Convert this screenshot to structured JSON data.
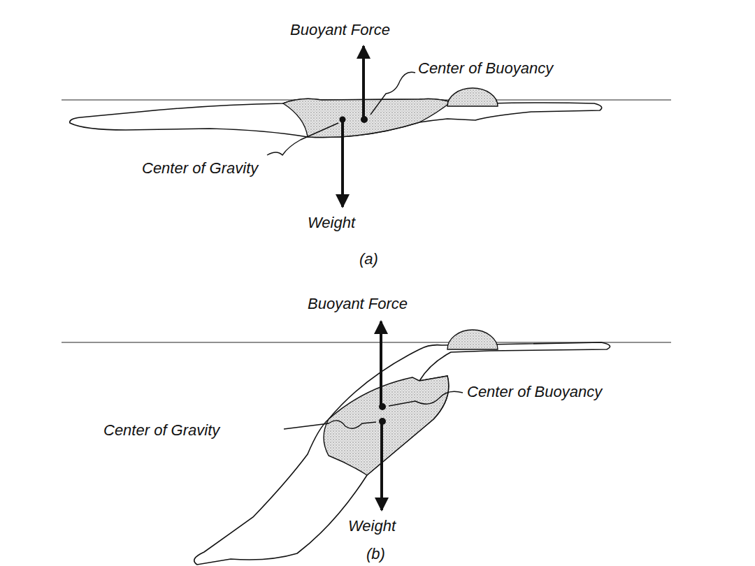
{
  "diagram": {
    "labels": [
      "Buoyant Force",
      "Center of Buoyancy",
      "Center of Gravity",
      "Weight",
      "(a)",
      "Buoyant Force",
      "Center of Buoyancy",
      "Center of Gravity",
      "Weight",
      "(b)"
    ]
  }
}
